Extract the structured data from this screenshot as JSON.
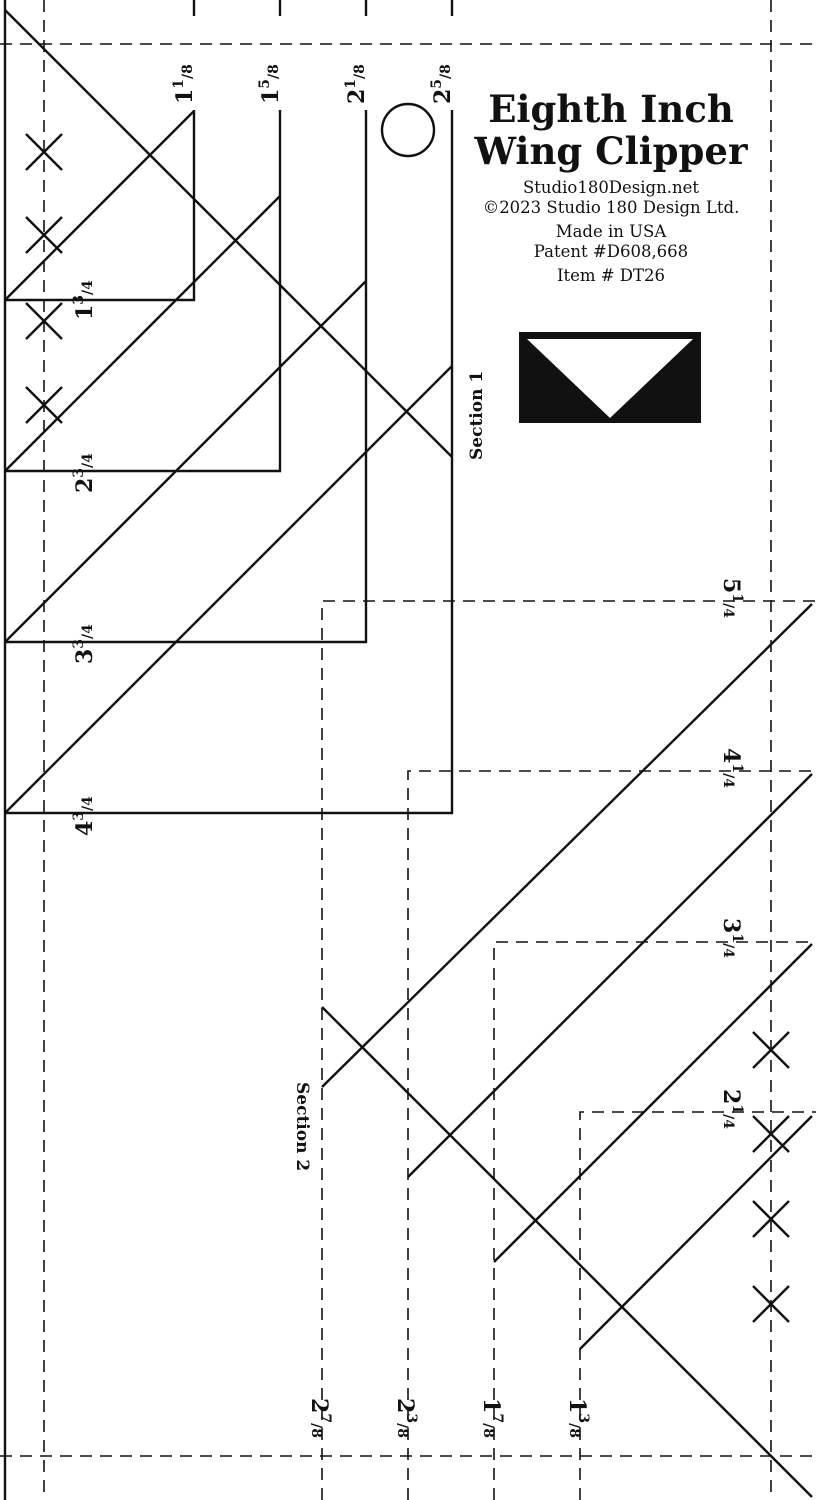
{
  "product": {
    "title_line1": "Eighth Inch",
    "title_line2": "Wing Clipper",
    "website": "Studio180Design.net",
    "copyright": "©2023 Studio 180 Design Ltd.",
    "origin": "Made in USA",
    "patent": "Patent #D608,668",
    "item": "Item # DT26"
  },
  "sections": {
    "section1": "Section 1",
    "section2": "Section 2"
  },
  "section1_top_marks": [
    {
      "whole": "1",
      "num": "1",
      "den": "8"
    },
    {
      "whole": "1",
      "num": "5",
      "den": "8"
    },
    {
      "whole": "2",
      "num": "1",
      "den": "8"
    },
    {
      "whole": "2",
      "num": "5",
      "den": "8"
    }
  ],
  "section1_side_marks": [
    {
      "whole": "1",
      "num": "3",
      "den": "4"
    },
    {
      "whole": "2",
      "num": "3",
      "den": "4"
    },
    {
      "whole": "3",
      "num": "3",
      "den": "4"
    },
    {
      "whole": "4",
      "num": "3",
      "den": "4"
    }
  ],
  "section2_side_marks": [
    {
      "whole": "5",
      "num": "1",
      "den": "4"
    },
    {
      "whole": "4",
      "num": "1",
      "den": "4"
    },
    {
      "whole": "3",
      "num": "1",
      "den": "4"
    },
    {
      "whole": "2",
      "num": "1",
      "den": "4"
    }
  ],
  "section2_bottom_marks": [
    {
      "whole": "2",
      "num": "7",
      "den": "8"
    },
    {
      "whole": "2",
      "num": "3",
      "den": "8"
    },
    {
      "whole": "1",
      "num": "7",
      "den": "8"
    },
    {
      "whole": "1",
      "num": "3",
      "den": "8"
    }
  ],
  "colors": {
    "ink": "#111111",
    "background": "#ffffff"
  },
  "icons": [
    "flying-geese-icon",
    "hang-hole-icon",
    "cross-mark-icon"
  ]
}
